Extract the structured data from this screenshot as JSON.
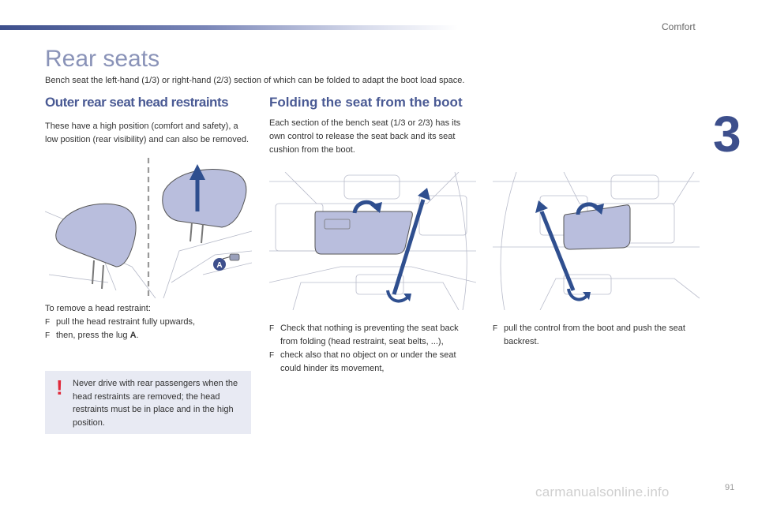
{
  "header": {
    "section": "Comfort",
    "chapter_number": "3"
  },
  "page": {
    "title": "Rear seats",
    "intro": "Bench seat the left-hand (1/3) or right-hand (2/3) section of which can be folded to adapt the boot load space.",
    "page_number": "91",
    "watermark": "carmanualsonline.info"
  },
  "head_restraints": {
    "heading": "Outer rear seat head restraints",
    "description": "These have a high position (comfort and safety), a low position (rear visibility) and can also be removed.",
    "figure_label": "A",
    "procedure_intro": "To remove a head restraint:",
    "bullet_glyph": "F",
    "steps": [
      {
        "text": "pull the head restraint fully upwards,"
      },
      {
        "text_before": "then, press the lug ",
        "text_bold": "A",
        "text_after": "."
      }
    ],
    "warning": {
      "icon": "exclamation-mark",
      "mark": "!",
      "text": "Never drive with rear passengers when the head restraints are removed; the head restraints must be in place and in the high position."
    }
  },
  "folding": {
    "heading": "Folding the seat from the boot",
    "description": "Each section of the bench seat (1/3 or 2/3) has its own control to release the seat back and its seat cushion from the boot.",
    "steps_left": [
      "Check that nothing is preventing the seat back from folding (head restraint, seat belts, ...),",
      "check also that no object on or under the seat could hinder its movement,"
    ],
    "steps_right": [
      "pull the control from the boot and push the seat backrest."
    ]
  },
  "colors": {
    "accent": "#3d4f8c",
    "title": "#8a93b8",
    "warning_bg": "#e8eaf3",
    "warning_mark": "#e0293a",
    "seat_fill": "#b9bedd",
    "arrow": "#2f4f8f"
  }
}
